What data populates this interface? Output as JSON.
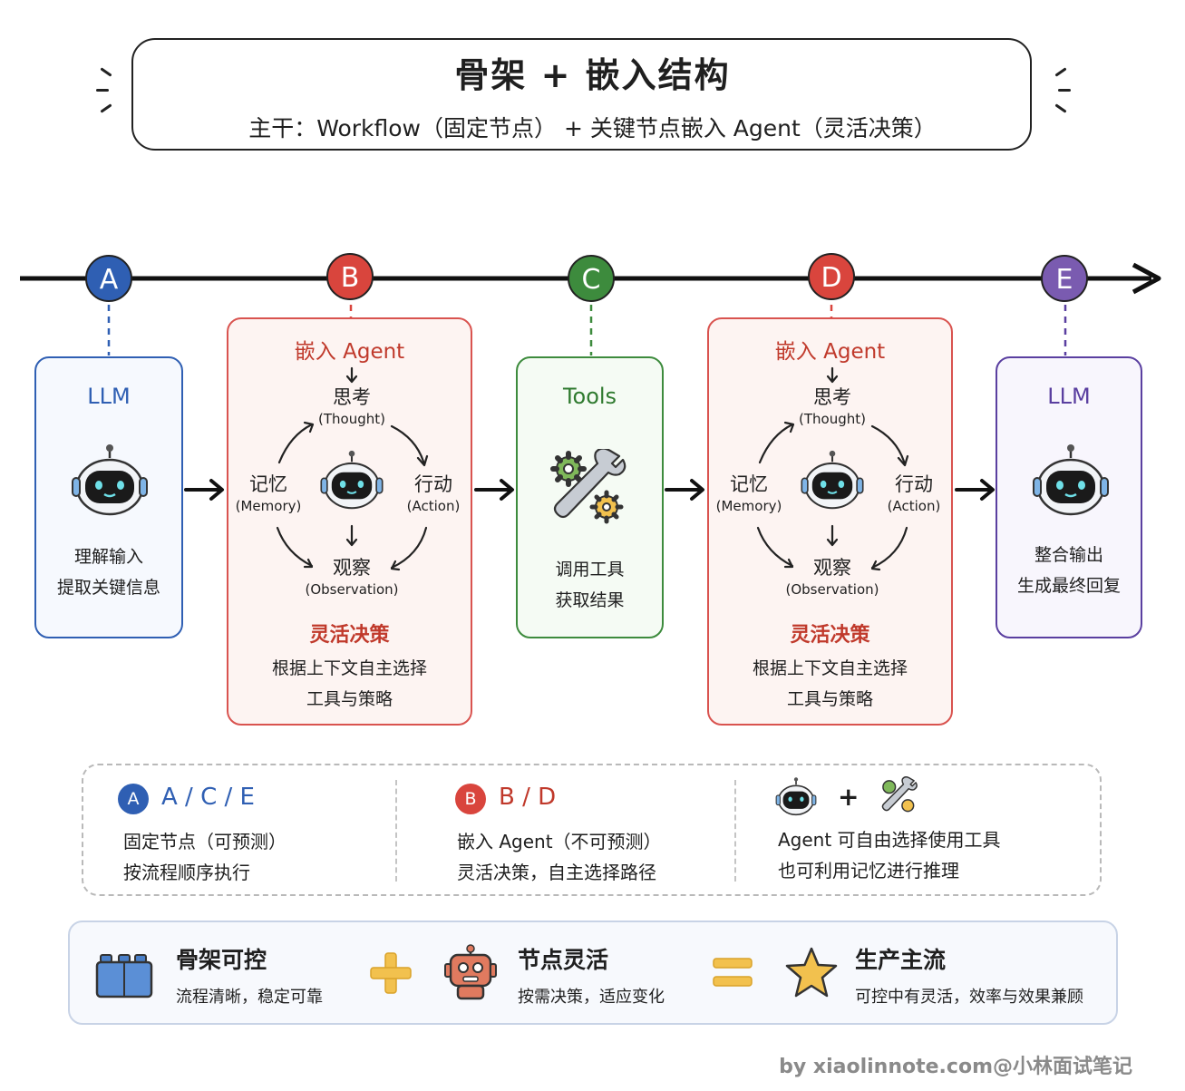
{
  "header": {
    "title": "骨架 + 嵌入结构",
    "subtitle": "主干：Workflow（固定节点） + 关键节点嵌入 Agent（灵活决策）"
  },
  "nodes": [
    {
      "label": "A",
      "color": "#2f5fb3"
    },
    {
      "label": "B",
      "color": "#d9453d"
    },
    {
      "label": "C",
      "color": "#3d8b3d"
    },
    {
      "label": "D",
      "color": "#d9453d"
    },
    {
      "label": "E",
      "color": "#7a5bb0"
    }
  ],
  "cards": {
    "a": {
      "title": "LLM",
      "line1": "理解输入",
      "line2": "提取关键信息",
      "color": "#2f5fb3",
      "icon": "robot-icon"
    },
    "c": {
      "title": "Tools",
      "line1": "调用工具",
      "line2": "获取结果",
      "color": "#3d8b3d",
      "icon": "wrench-gears-icon"
    },
    "e": {
      "title": "LLM",
      "line1": "整合输出",
      "line2": "生成最终回复",
      "color": "#5a3fa0",
      "icon": "robot-icon"
    }
  },
  "agent": {
    "title": "嵌入 Agent",
    "think": "思考",
    "think_en": "(Thought)",
    "act": "行动",
    "act_en": "(Action)",
    "observe": "观察",
    "observe_en": "(Observation)",
    "memory": "记忆",
    "memory_en": "(Memory)",
    "flex_title": "灵活决策",
    "flex_line1": "根据上下文自主选择",
    "flex_line2": "工具与策略",
    "color": "#c0392b"
  },
  "legend": {
    "col1": {
      "badge": "A",
      "head": "A / C / E",
      "line1": "固定节点（可预测）",
      "line2": "按流程顺序执行"
    },
    "col2": {
      "badge": "B",
      "head": "B / D",
      "line1": "嵌入 Agent（不可预测）",
      "line2": "灵活决策，自主选择路径"
    },
    "col3": {
      "plus": "+",
      "line1": "Agent 可自由选择使用工具",
      "line2": "也可利用记忆进行推理"
    }
  },
  "summary": {
    "item1": {
      "title": "骨架可控",
      "desc": "流程清晰，稳定可靠",
      "icon": "blocks-icon"
    },
    "item2": {
      "title": "节点灵活",
      "desc": "按需决策，适应变化",
      "icon": "robot-icon"
    },
    "item3": {
      "title": "生产主流",
      "desc": "可控中有灵活，效率与效果兼顾",
      "icon": "star-icon"
    }
  },
  "footer": "by xiaolinnote.com@小林面试笔记"
}
